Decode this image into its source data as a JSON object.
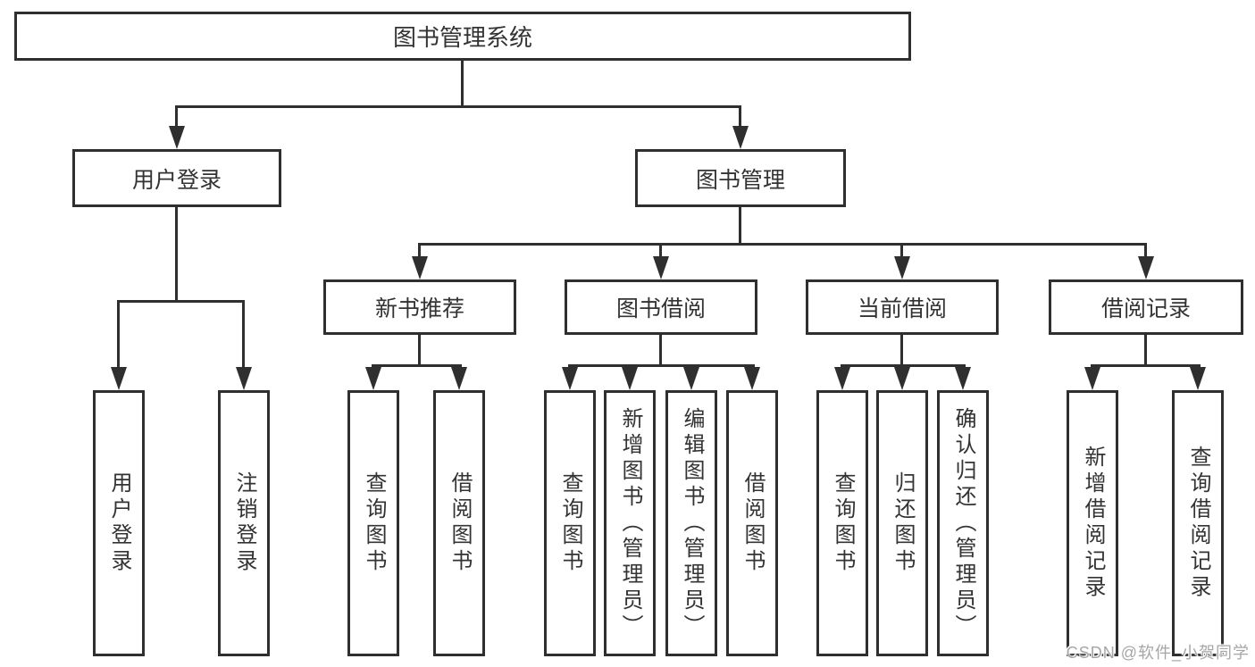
{
  "diagram_type": "hierarchy-tree",
  "nodes": {
    "root": "图书管理系统",
    "user_login": "用户登录",
    "book_management": "图书管理",
    "new_book_recommend": "新书推荐",
    "book_borrowing": "图书借阅",
    "current_borrowing": "当前借阅",
    "borrowing_records": "借阅记录",
    "leaves": {
      "login": "用户登录",
      "logout": "注销登录",
      "query_book_recommend": "查询图书",
      "borrow_book_recommend": "借阅图书",
      "query_book_borrow": "查询图书",
      "add_book_admin": "新增图书（管理员）",
      "edit_book_admin": "编辑图书（管理员）",
      "borrow_book_borrow": "借阅图书",
      "query_book_current": "查询图书",
      "return_book": "归还图书",
      "confirm_return_admin": "确认归还（管理员）",
      "add_borrow_record": "新增借阅记录",
      "query_borrow_record": "查询借阅记录"
    }
  },
  "hierarchy": [
    {
      "parent": "图书管理系统",
      "children": [
        "用户登录",
        "图书管理"
      ]
    },
    {
      "parent": "用户登录",
      "children": [
        "用户登录",
        "注销登录"
      ]
    },
    {
      "parent": "图书管理",
      "children": [
        "新书推荐",
        "图书借阅",
        "当前借阅",
        "借阅记录"
      ]
    },
    {
      "parent": "新书推荐",
      "children": [
        "查询图书",
        "借阅图书"
      ]
    },
    {
      "parent": "图书借阅",
      "children": [
        "查询图书",
        "新增图书（管理员）",
        "编辑图书（管理员）",
        "借阅图书"
      ]
    },
    {
      "parent": "当前借阅",
      "children": [
        "查询图书",
        "归还图书",
        "确认归还（管理员）"
      ]
    },
    {
      "parent": "借阅记录",
      "children": [
        "新增借阅记录",
        "查询借阅记录"
      ]
    }
  ],
  "watermark": "CSDN @软件_小贺同学",
  "colors": {
    "background": "#ffffff",
    "box_border": "#2f2f2f",
    "line": "#2f2f2f",
    "text": "#333333",
    "watermark": "#a6a6a6"
  }
}
